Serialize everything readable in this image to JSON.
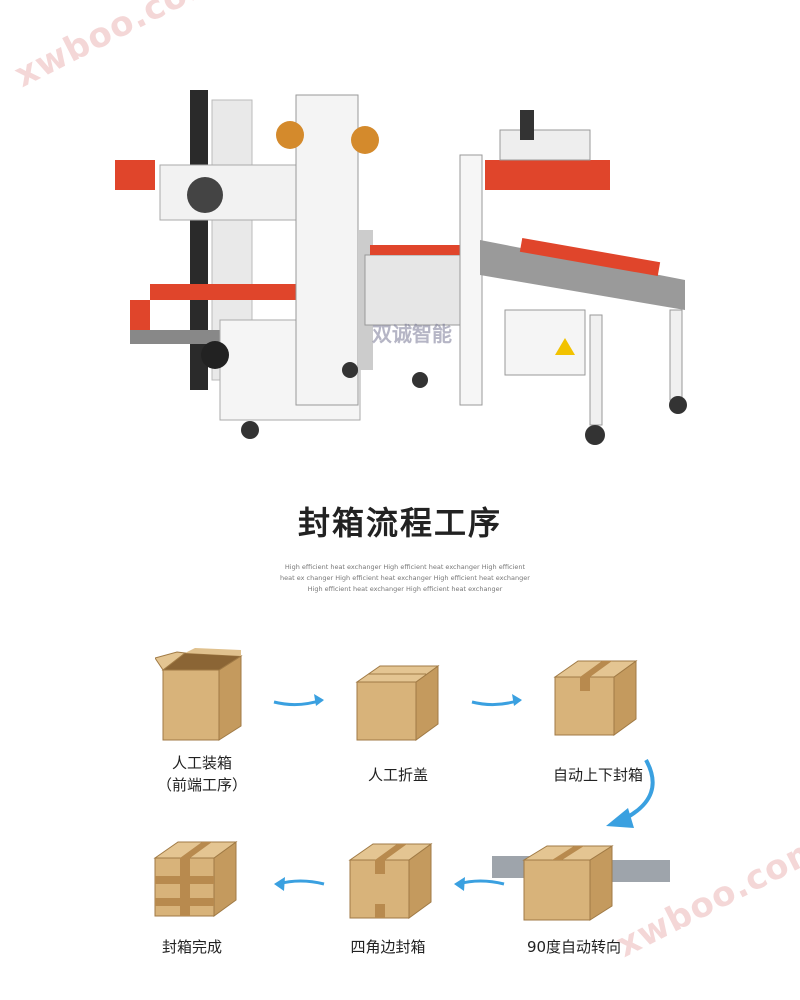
{
  "watermark": {
    "text": "xwboo.com"
  },
  "machine": {
    "brand_overlay": "双诚智能"
  },
  "section": {
    "title": "封箱流程工序",
    "subtitle": "High efficient heat exchanger High efficient heat exchanger High efficient heat ex changer High efficient heat exchanger High efficient heat exchanger High efficient heat exchanger High efficient heat exchanger"
  },
  "steps": [
    {
      "label_line1": "人工装箱",
      "label_line2": "（前端工序）"
    },
    {
      "label_line1": "人工折盖"
    },
    {
      "label_line1": "自动上下封箱"
    },
    {
      "label_line1": "90度自动转向"
    },
    {
      "label_line1": "四角边封箱"
    },
    {
      "label_line1": "封箱完成"
    }
  ],
  "colors": {
    "arrow": "#3aa0e0",
    "box": "#d8b37a",
    "box_dark": "#b88a4e",
    "machine_red": "#e0452b"
  }
}
